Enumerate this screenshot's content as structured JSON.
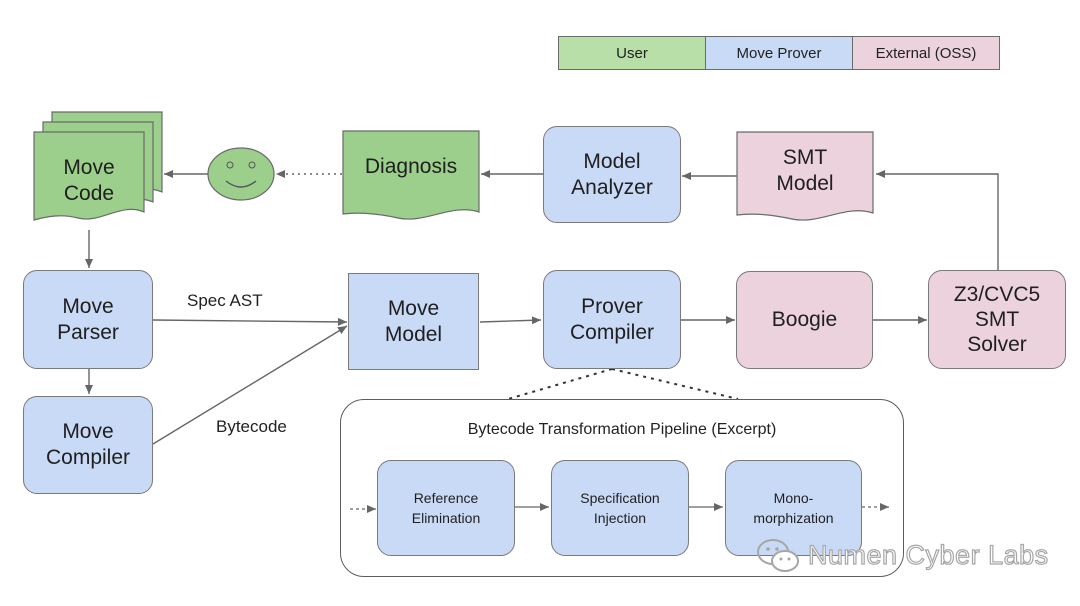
{
  "legend": {
    "user": "User",
    "prover": "Move Prover",
    "external": "External (OSS)"
  },
  "colors": {
    "user": "#9ccf8c",
    "prover": "#c9daf6",
    "external": "#ecd2dd"
  },
  "nodes": {
    "move_code": "Move\nCode",
    "diagnosis": "Diagnosis",
    "model_analyzer": "Model\nAnalyzer",
    "smt_model": "SMT\nModel",
    "move_parser": "Move\nParser",
    "move_model": "Move\nModel",
    "prover_compiler": "Prover\nCompiler",
    "boogie": "Boogie",
    "solver": "Z3/CVC5\nSMT\nSolver",
    "move_compiler": "Move\nCompiler"
  },
  "edge_labels": {
    "spec_ast": "Spec AST",
    "bytecode": "Bytecode"
  },
  "pipeline": {
    "title": "Bytecode Transformation Pipeline (Excerpt)",
    "steps": [
      "Reference\nElimination",
      "Specification\nInjection",
      "Mono-\nmorphization"
    ]
  },
  "watermark": "Numen Cyber Labs"
}
